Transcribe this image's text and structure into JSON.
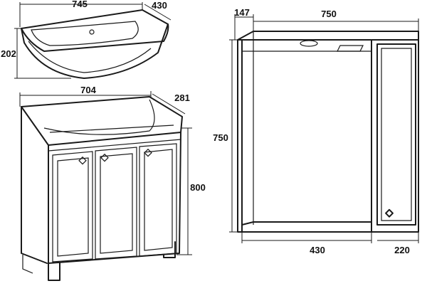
{
  "sink": {
    "width_label": "745",
    "depth_label": "430",
    "height_label": "202"
  },
  "vanity": {
    "width_label": "704",
    "depth_label": "281",
    "height_label": "800"
  },
  "mirror_cabinet": {
    "depth_label": "147",
    "width_label": "750",
    "height_label": "750",
    "mirror_width_label": "430",
    "cabinet_width_label": "220"
  }
}
